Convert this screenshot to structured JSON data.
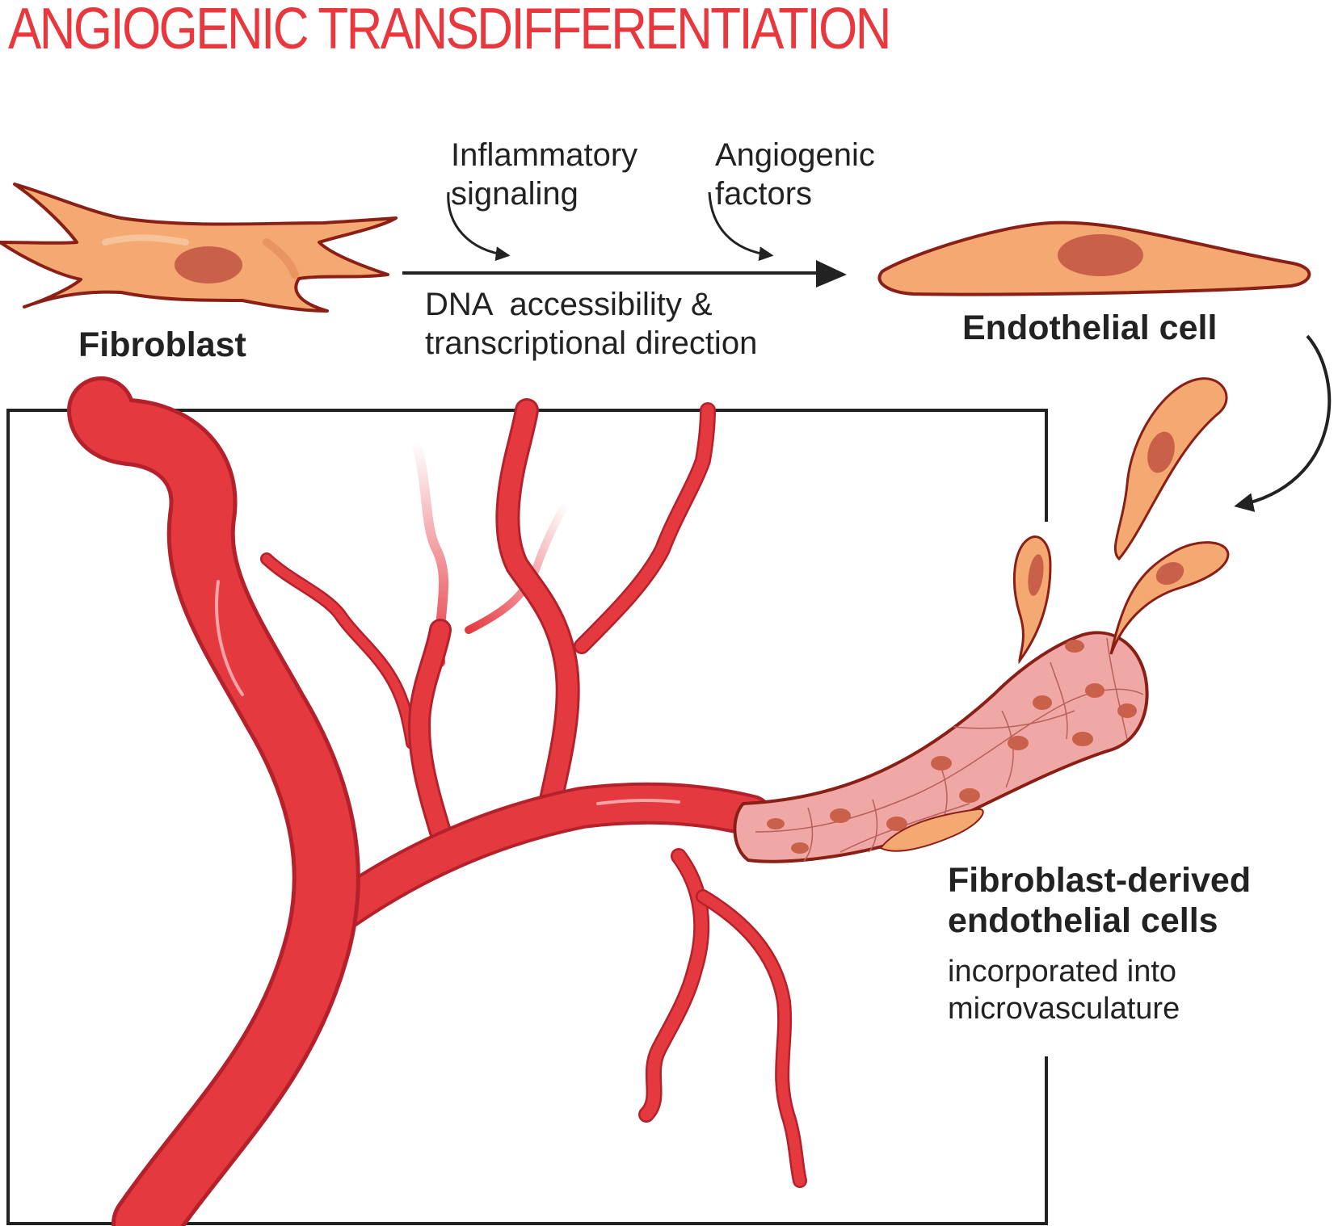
{
  "diagram": {
    "title": "ANGIOGENIC TRANSDIFFERENTIATION",
    "fibroblast_label": "Fibroblast",
    "endothelial_label": "Endothelial cell",
    "inflammatory_line1": "Inflammatory",
    "inflammatory_line2": "signaling",
    "angiogenic_line1": "Angiogenic",
    "angiogenic_line2": "factors",
    "dna_line1": "DNA  accessibility &",
    "dna_line2": "transcriptional direction",
    "derived_line1": "Fibroblast-derived",
    "derived_line2": "endothelial cells",
    "incorporated_line1": "incorporated into",
    "incorporated_line2": "microvasculature"
  },
  "colors": {
    "title": "#e8383d",
    "cell_fill": "#f4a872",
    "cell_outline": "#8a1f16",
    "nucleus": "#c9614a",
    "vessel": "#e53940",
    "vessel_dark": "#b5212a",
    "vessel_wall": "#efa8a6",
    "text": "#222222"
  }
}
